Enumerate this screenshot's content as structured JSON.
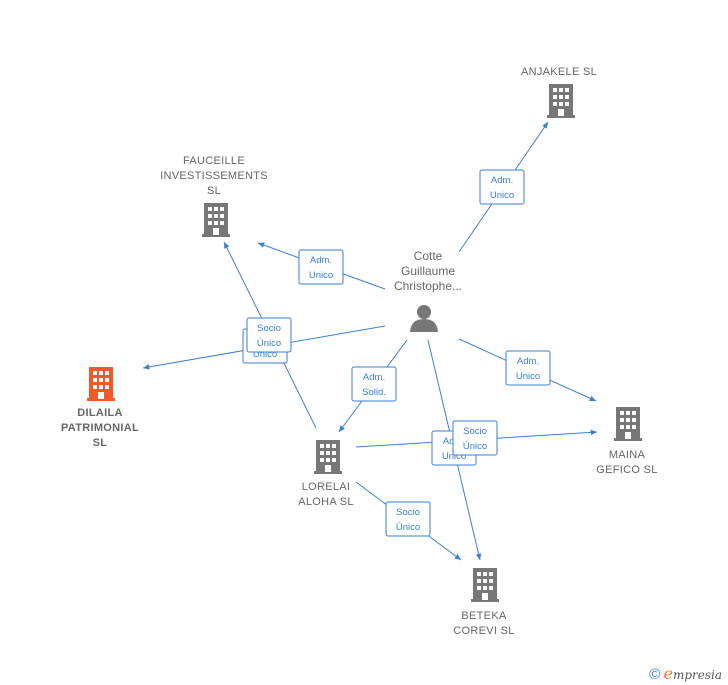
{
  "person": {
    "lines": [
      "Cotte",
      "Guillaume",
      "Christophe..."
    ]
  },
  "companies": [
    {
      "id": "anjakele",
      "lines": [
        "ANJAKELE  SL"
      ],
      "highlight": false
    },
    {
      "id": "fauceille",
      "lines": [
        "FAUCEILLE",
        "INVESTISSEMENTS",
        "SL"
      ],
      "highlight": false
    },
    {
      "id": "dilaila",
      "lines": [
        "DILAILA",
        "PATRIMONIAL",
        "SL"
      ],
      "highlight": true
    },
    {
      "id": "lorelai",
      "lines": [
        "LORELAI",
        "ALOHA  SL"
      ],
      "highlight": false
    },
    {
      "id": "maina",
      "lines": [
        "MAINA",
        "GEFICO  SL"
      ],
      "highlight": false
    },
    {
      "id": "beteka",
      "lines": [
        "BETEKA",
        "COREVI  SL"
      ],
      "highlight": false
    }
  ],
  "edges": [
    {
      "from": "person",
      "to": "anjakele",
      "label": [
        "Adm.",
        "Unico"
      ]
    },
    {
      "from": "person",
      "to": "fauceille",
      "label": [
        "Adm.",
        "Unico"
      ]
    },
    {
      "from": "person",
      "to": "dilaila",
      "label": [
        "Socio",
        "Único"
      ]
    },
    {
      "from": "person",
      "to": "lorelai",
      "label": [
        "Adm.",
        "Solid."
      ]
    },
    {
      "from": "person",
      "to": "maina",
      "label": [
        "Adm.",
        "Unico"
      ]
    },
    {
      "from": "person",
      "to": "beteka",
      "label": [
        "Adm.",
        "Unico"
      ]
    },
    {
      "from": "lorelai",
      "to": "fauceille",
      "label": [
        "Socio",
        "Único"
      ]
    },
    {
      "from": "lorelai",
      "to": "maina",
      "label": [
        "Socio",
        "Único"
      ]
    },
    {
      "from": "lorelai",
      "to": "beteka",
      "label": [
        "Socio",
        "Único"
      ]
    }
  ],
  "colors": {
    "node": "#777777",
    "highlight": "#f05a28",
    "edge": "#3a7fd5",
    "text": "#666666"
  },
  "footer": {
    "copyright": "©",
    "brand_e": "e",
    "brand_rest": "mpresia"
  }
}
